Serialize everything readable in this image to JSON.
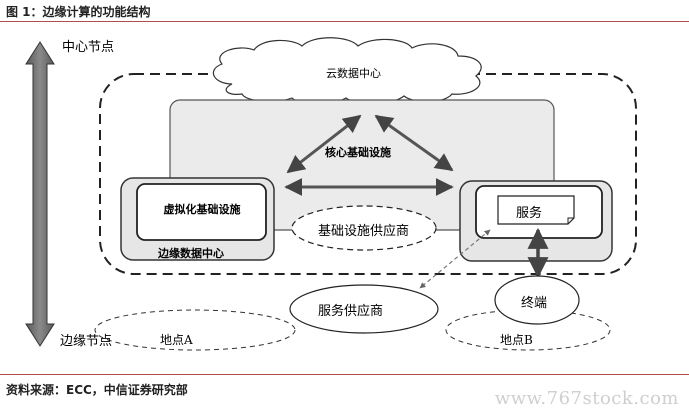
{
  "figure": {
    "title": "图 1：边缘计算的功能结构",
    "source": "资料来源：ECC，中信证券研究部",
    "watermark": "www.767stock.com"
  },
  "diagram": {
    "axis_top_label": "中心节点",
    "axis_bottom_label": "边缘节点",
    "cloud_label": "云数据中心",
    "core_label": "核心基础设施",
    "virtual_label": "虚拟化基础设施",
    "edge_dc_label": "边缘数据中心",
    "service_label": "服务",
    "infra_provider_label": "基础设施供应商",
    "service_provider_label": "服务供应商",
    "terminal_label": "终端",
    "site_a_label": "地点A",
    "site_b_label": "地点B"
  }
}
